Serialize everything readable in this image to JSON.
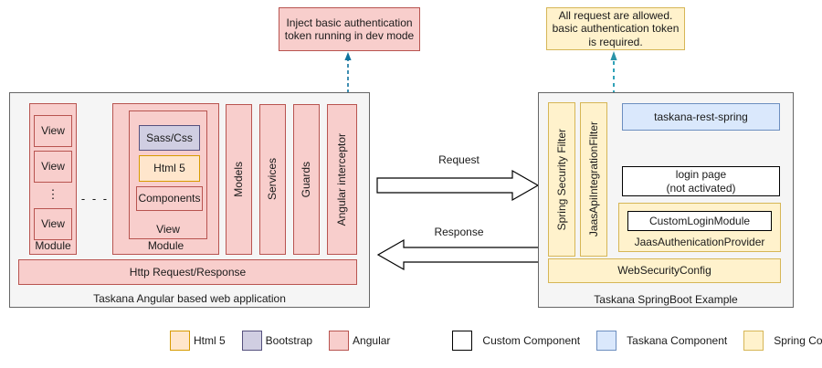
{
  "callouts": {
    "left": {
      "text": "Inject basic authentication token running in dev mode",
      "style": "angular"
    },
    "right": {
      "text": "All request are allowed. basic authentication token is required.",
      "style": "spring"
    }
  },
  "client_panel": {
    "caption": "Taskana Angular based web application",
    "module_simple": {
      "label": "Module",
      "views": [
        "View",
        "View",
        "View"
      ],
      "vertical_ellipsis": "⋮"
    },
    "module_separator": "- - -",
    "module_detail": {
      "label": "Module",
      "view_label": "View",
      "layers": [
        {
          "label": "Sass/Css",
          "style": "bootstrap"
        },
        {
          "label": "Html 5",
          "style": "html5"
        },
        {
          "label": "Components",
          "style": "angular"
        }
      ]
    },
    "columns": [
      {
        "label": "Models",
        "style": "angular"
      },
      {
        "label": "Services",
        "style": "angular"
      },
      {
        "label": "Guards",
        "style": "angular"
      },
      {
        "label": "Angular interceptor",
        "style": "angular"
      }
    ],
    "http_bar": "Http Request/Response"
  },
  "arrows": {
    "request_label": "Request",
    "response_label": "Response"
  },
  "server_panel": {
    "caption": "Taskana SpringBoot Example",
    "filters": [
      {
        "label": "Spring Security Filter",
        "style": "spring"
      },
      {
        "label": "JaasApiIntegrationFilter",
        "style": "spring"
      }
    ],
    "rest_box": {
      "label": "taskana-rest-spring",
      "style": "taskana"
    },
    "login_page": {
      "label": "login page\n(not activated)",
      "style": "custom"
    },
    "auth_provider": {
      "label": "JaasAuthenicationProvider",
      "style": "spring",
      "inner": {
        "label": "CustomLoginModule",
        "style": "custom"
      }
    },
    "web_security_config": {
      "label": "WebSecurityConfig",
      "style": "spring"
    }
  },
  "legend": {
    "group_left": [
      {
        "label": "Html 5",
        "style": "html5"
      },
      {
        "label": "Bootstrap",
        "style": "bootstrap"
      },
      {
        "label": "Angular",
        "style": "angular"
      }
    ],
    "group_right": [
      {
        "label": "Custom Component",
        "style": "custom"
      },
      {
        "label": "Taskana Component",
        "style": "taskana"
      },
      {
        "label": "Spring Component",
        "style": "spring"
      }
    ]
  },
  "colors": {
    "angular_fill": "#f8cecc",
    "angular_stroke": "#b85450",
    "html5_fill": "#ffe6cc",
    "html5_stroke": "#d79b00",
    "bootstrap_fill": "#d0cee2",
    "bootstrap_stroke": "#56517e",
    "spring_fill": "#fff2cc",
    "spring_stroke": "#d6b656",
    "taskana_fill": "#dae8fc",
    "taskana_stroke": "#6c8ebf",
    "custom_fill": "#ffffff",
    "custom_stroke": "#000000",
    "panel_fill": "#f5f5f5",
    "panel_stroke": "#666666",
    "annotation_line": "#10739e"
  }
}
